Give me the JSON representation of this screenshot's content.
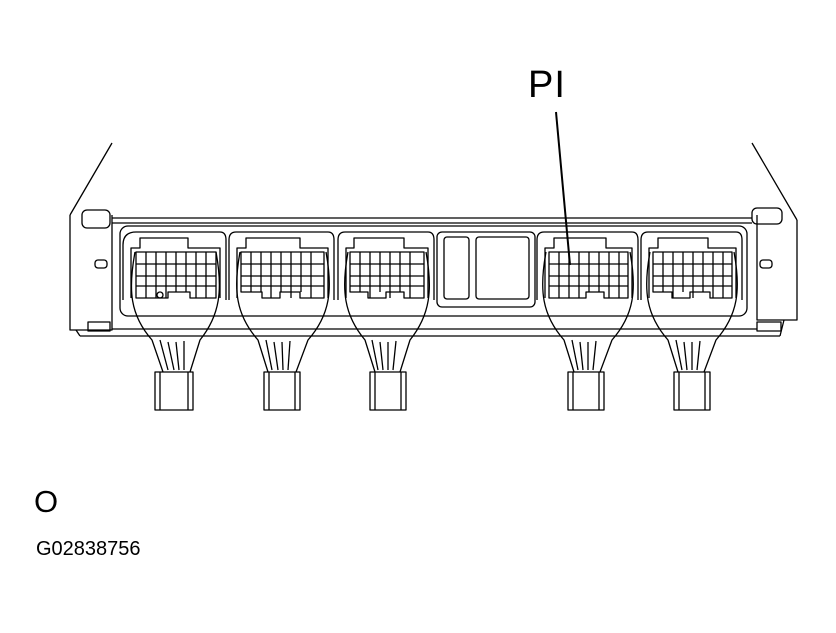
{
  "figure": {
    "callout_label": "PI",
    "view_label": "O",
    "figure_id": "G02838756"
  },
  "colors": {
    "line": "#000000",
    "background": "#ffffff"
  }
}
